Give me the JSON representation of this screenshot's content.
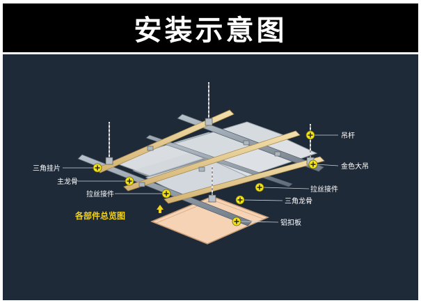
{
  "title": "安装示意图",
  "labels": {
    "diao_gan": "吊杆",
    "jin_se_da_diao": "金色大吊",
    "la_si_jie_jian_right": "拉丝接件",
    "san_jiao_long_gu": "三角龙骨",
    "lv_kou_ban": "铝扣板",
    "san_jiao_gua_pian": "三角挂片",
    "zhu_long_gu": "主龙骨",
    "la_si_jie_jian_left": "拉丝接件",
    "overview": "各部件总览图"
  },
  "colors": {
    "background": "#1e2a38",
    "title_bar": "#000000",
    "marker": "#f2e21a",
    "wood_keel": "#e8cf92",
    "steel_keel": "#8d99a6",
    "panel": "#f6d3b5",
    "ceiling_panel": "#d6dbe0"
  },
  "icons": [
    "plus-marker-icon",
    "arrow-up-icon"
  ]
}
